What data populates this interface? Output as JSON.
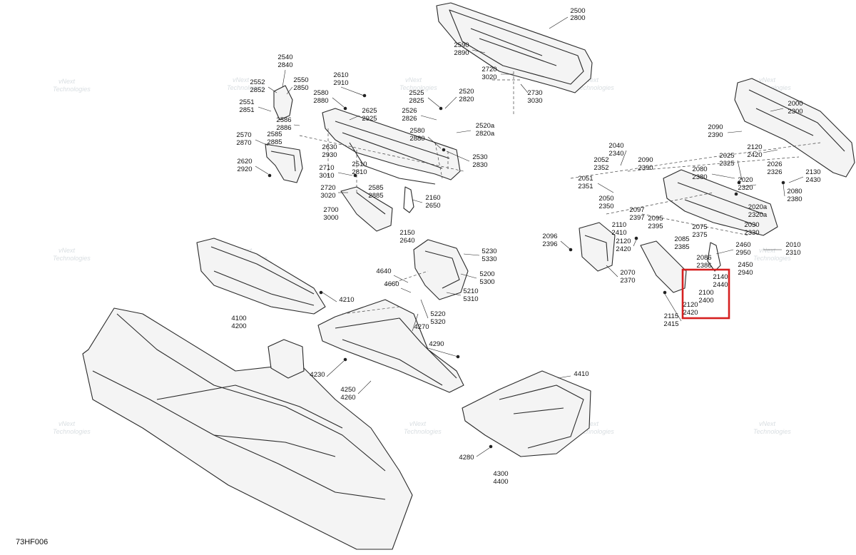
{
  "diagram_code": "73HF006",
  "watermark": {
    "line1": "vNext",
    "line2": "Technologies"
  },
  "highlight_box": {
    "labels": [
      "2140 2440",
      "2100 2400"
    ],
    "color": "#d62020"
  },
  "callouts": [
    {
      "id": "c2500",
      "text1": "2500",
      "text2": "2800"
    },
    {
      "id": "c2590",
      "text1": "2590",
      "text2": "2890"
    },
    {
      "id": "c2720a",
      "text1": "2720",
      "text2": "3020"
    },
    {
      "id": "c2730",
      "text1": "2730",
      "text2": "3030"
    },
    {
      "id": "c2540",
      "text1": "2540",
      "text2": "2840"
    },
    {
      "id": "c2550",
      "text1": "2550",
      "text2": "2850"
    },
    {
      "id": "c2552",
      "text1": "2552",
      "text2": "2852"
    },
    {
      "id": "c2551",
      "text1": "2551",
      "text2": "2851"
    },
    {
      "id": "c2586",
      "text1": "2586",
      "text2": "2886"
    },
    {
      "id": "c2585a",
      "text1": "2585",
      "text2": "2885"
    },
    {
      "id": "c2570",
      "text1": "2570",
      "text2": "2870"
    },
    {
      "id": "c2620",
      "text1": "2620",
      "text2": "2920"
    },
    {
      "id": "c2610",
      "text1": "2610",
      "text2": "2910"
    },
    {
      "id": "c2580a",
      "text1": "2580",
      "text2": "2880"
    },
    {
      "id": "c2625",
      "text1": "2625",
      "text2": "2925"
    },
    {
      "id": "c2630",
      "text1": "2630",
      "text2": "2930"
    },
    {
      "id": "c2525",
      "text1": "2525",
      "text2": "2825"
    },
    {
      "id": "c2520",
      "text1": "2520",
      "text2": "2820"
    },
    {
      "id": "c2526",
      "text1": "2526",
      "text2": "2826"
    },
    {
      "id": "c2520a",
      "text1": "2520a",
      "text2": "2820a"
    },
    {
      "id": "c2580b",
      "text1": "2580",
      "text2": "2880"
    },
    {
      "id": "c2530",
      "text1": "2530",
      "text2": "2830"
    },
    {
      "id": "c2710",
      "text1": "2710",
      "text2": "3010"
    },
    {
      "id": "c2510",
      "text1": "2510",
      "text2": "2810"
    },
    {
      "id": "c2720b",
      "text1": "2720",
      "text2": "3020"
    },
    {
      "id": "c2585b",
      "text1": "2585",
      "text2": "2885"
    },
    {
      "id": "c2160",
      "text1": "2160",
      "text2": "2650"
    },
    {
      "id": "c2700",
      "text1": "2700",
      "text2": "3000"
    },
    {
      "id": "c2150",
      "text1": "2150",
      "text2": "2640"
    },
    {
      "id": "c2000",
      "text1": "2000",
      "text2": "2300"
    },
    {
      "id": "c2090a",
      "text1": "2090",
      "text2": "2390"
    },
    {
      "id": "c2040",
      "text1": "2040",
      "text2": "2340"
    },
    {
      "id": "c2052",
      "text1": "2052",
      "text2": "2352"
    },
    {
      "id": "c2090b",
      "text1": "2090",
      "text2": "2390"
    },
    {
      "id": "c2120a",
      "text1": "2120",
      "text2": "2420"
    },
    {
      "id": "c2025",
      "text1": "2025",
      "text2": "2325"
    },
    {
      "id": "c2080a",
      "text1": "2080",
      "text2": "2380"
    },
    {
      "id": "c2026",
      "text1": "2026",
      "text2": "2326"
    },
    {
      "id": "c2130",
      "text1": "2130",
      "text2": "2430"
    },
    {
      "id": "c2051",
      "text1": "2051",
      "text2": "2351"
    },
    {
      "id": "c2020",
      "text1": "2020",
      "text2": "2320"
    },
    {
      "id": "c2080b",
      "text1": "2080",
      "text2": "2380"
    },
    {
      "id": "c2050",
      "text1": "2050",
      "text2": "2350"
    },
    {
      "id": "c2097",
      "text1": "2097",
      "text2": "2397"
    },
    {
      "id": "c2095",
      "text1": "2095",
      "text2": "2395"
    },
    {
      "id": "c2020a",
      "text1": "2020a",
      "text2": "2320a"
    },
    {
      "id": "c2110",
      "text1": "2110",
      "text2": "2410"
    },
    {
      "id": "c2075",
      "text1": "2075",
      "text2": "2375"
    },
    {
      "id": "c2030",
      "text1": "2030",
      "text2": "2330"
    },
    {
      "id": "c2096",
      "text1": "2096",
      "text2": "2396"
    },
    {
      "id": "c2085",
      "text1": "2085",
      "text2": "2385"
    },
    {
      "id": "c2120b",
      "text1": "2120",
      "text2": "2420"
    },
    {
      "id": "c2010",
      "text1": "2010",
      "text2": "2310"
    },
    {
      "id": "c2460",
      "text1": "2460",
      "text2": "2950"
    },
    {
      "id": "c2086",
      "text1": "2086",
      "text2": "2386"
    },
    {
      "id": "c2450",
      "text1": "2450",
      "text2": "2940"
    },
    {
      "id": "c2070",
      "text1": "2070",
      "text2": "2370"
    },
    {
      "id": "c2140",
      "text1": "2140",
      "text2": "2440"
    },
    {
      "id": "c2100",
      "text1": "2100",
      "text2": "2400"
    },
    {
      "id": "c2120c",
      "text1": "2120",
      "text2": "2420"
    },
    {
      "id": "c2115",
      "text1": "2115",
      "text2": "2415"
    },
    {
      "id": "c5230",
      "text1": "5230",
      "text2": "5330"
    },
    {
      "id": "c5200",
      "text1": "5200",
      "text2": "5300"
    },
    {
      "id": "c5210",
      "text1": "5210",
      "text2": "5310"
    },
    {
      "id": "c5220",
      "text1": "5220",
      "text2": "5320"
    },
    {
      "id": "c4640",
      "text1": "4640",
      "text2": ""
    },
    {
      "id": "c4660",
      "text1": "4660",
      "text2": ""
    },
    {
      "id": "c4270",
      "text1": "4270",
      "text2": ""
    },
    {
      "id": "c4210",
      "text1": "4210",
      "text2": ""
    },
    {
      "id": "c4100",
      "text1": "4100",
      "text2": "4200"
    },
    {
      "id": "c4290",
      "text1": "4290",
      "text2": ""
    },
    {
      "id": "c4230",
      "text1": "4230",
      "text2": ""
    },
    {
      "id": "c4250",
      "text1": "4250",
      "text2": "4260"
    },
    {
      "id": "c4410",
      "text1": "4410",
      "text2": ""
    },
    {
      "id": "c4280",
      "text1": "4280",
      "text2": ""
    },
    {
      "id": "c4300",
      "text1": "4300",
      "text2": "4400"
    }
  ]
}
